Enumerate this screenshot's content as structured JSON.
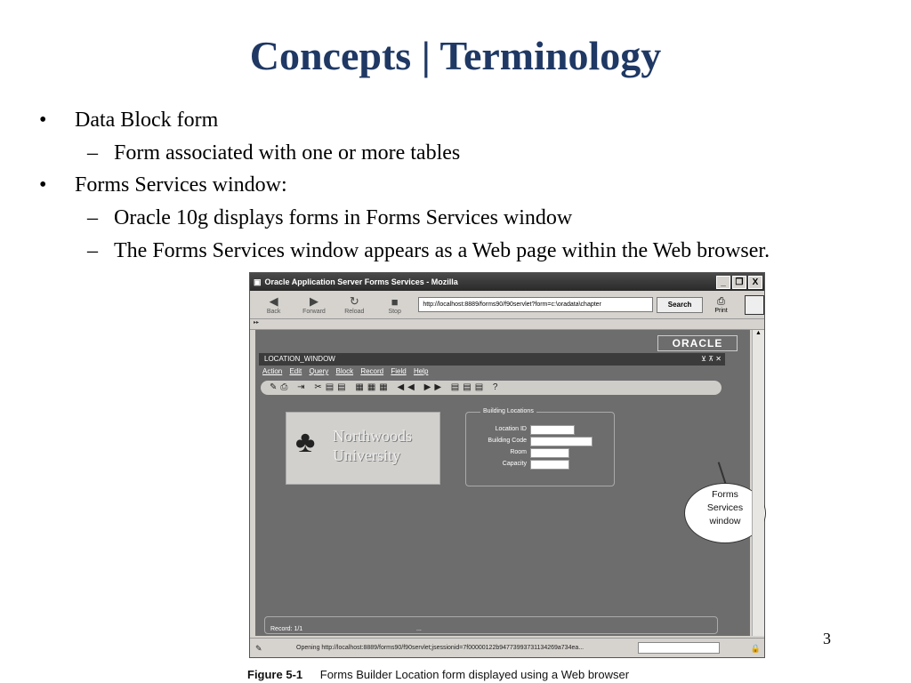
{
  "slide": {
    "title": "Concepts | Terminology",
    "bullets": [
      {
        "text": "Data Block form",
        "sub": [
          "Form associated with one or more tables"
        ]
      },
      {
        "text": "Forms Services window:",
        "sub": [
          "Oracle 10g displays forms in Forms Services window",
          "The Forms Services window appears as a Web page within the Web browser."
        ]
      }
    ],
    "page_number": "3"
  },
  "figure": {
    "window_title": "Oracle Application Server Forms Services - Mozilla",
    "window_buttons": [
      "_",
      "❐",
      "X"
    ],
    "nav": {
      "back": "Back",
      "forward": "Forward",
      "reload": "Reload",
      "stop": "Stop",
      "url": "http://localhost:8889/forms90/f90servlet?form=c:\\oradata\\chapter",
      "search": "Search",
      "print": "Print"
    },
    "oracle_logo": "ORACLE",
    "location_window": {
      "title": "LOCATION_WINDOW",
      "controls": "⊻ ⊼ ✕",
      "menu": [
        "Action",
        "Edit",
        "Query",
        "Block",
        "Record",
        "Field",
        "Help"
      ],
      "toolbar": "✎⎙ ⇥ ✂▤▤ ▦▦▦ ◀◀ ▶▶ ▤▤▤ ?",
      "logo_line1": "Northwoods",
      "logo_line2": "University",
      "block_title": "Building Locations",
      "fields": [
        {
          "label": "Location ID",
          "value": ""
        },
        {
          "label": "Building Code",
          "value": ""
        },
        {
          "label": "Room",
          "value": ""
        },
        {
          "label": "Capacity",
          "value": ""
        }
      ],
      "record": "Record: 1/1",
      "record_dots": "..."
    },
    "callout": [
      "Forms",
      "Services",
      "window"
    ],
    "status": "Opening http://localhost:8889/forms90/f90servlet;jsessionid=7f00000122b94773993731134269a734ea...",
    "caption_no": "Figure 5-1",
    "caption_text": "Forms Builder Location form displayed using a Web browser"
  }
}
